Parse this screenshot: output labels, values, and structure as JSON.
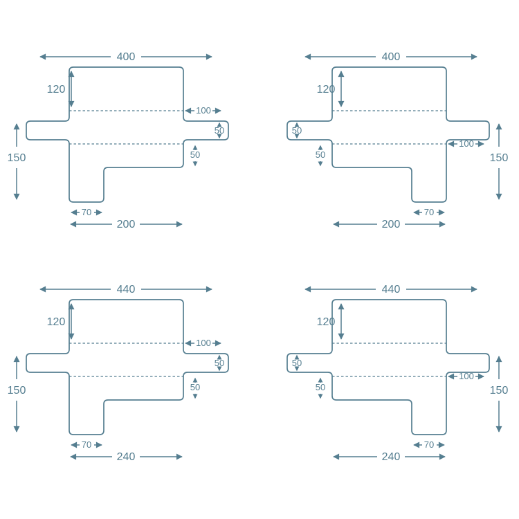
{
  "colors": {
    "line": "#557E90",
    "background": "#FFFFFF"
  },
  "diagrams": [
    {
      "position": "top-left",
      "tab_side": "left",
      "labels": {
        "top_width": "400",
        "flap_height": "120",
        "seat_depth": "100",
        "arm_height": "50",
        "front_drop": "50",
        "side_height": "150",
        "tab_width": "70",
        "bottom_width": "200"
      }
    },
    {
      "position": "top-right",
      "tab_side": "right",
      "labels": {
        "top_width": "400",
        "flap_height": "120",
        "seat_depth": "100",
        "arm_height": "50",
        "front_drop": "50",
        "side_height": "150",
        "tab_width": "70",
        "bottom_width": "200"
      }
    },
    {
      "position": "bottom-left",
      "tab_side": "left",
      "labels": {
        "top_width": "440",
        "flap_height": "120",
        "seat_depth": "100",
        "arm_height": "50",
        "front_drop": "50",
        "side_height": "150",
        "tab_width": "70",
        "bottom_width": "240"
      }
    },
    {
      "position": "bottom-right",
      "tab_side": "right",
      "labels": {
        "top_width": "440",
        "flap_height": "120",
        "seat_depth": "100",
        "arm_height": "50",
        "front_drop": "50",
        "side_height": "150",
        "tab_width": "70",
        "bottom_width": "240"
      }
    }
  ]
}
